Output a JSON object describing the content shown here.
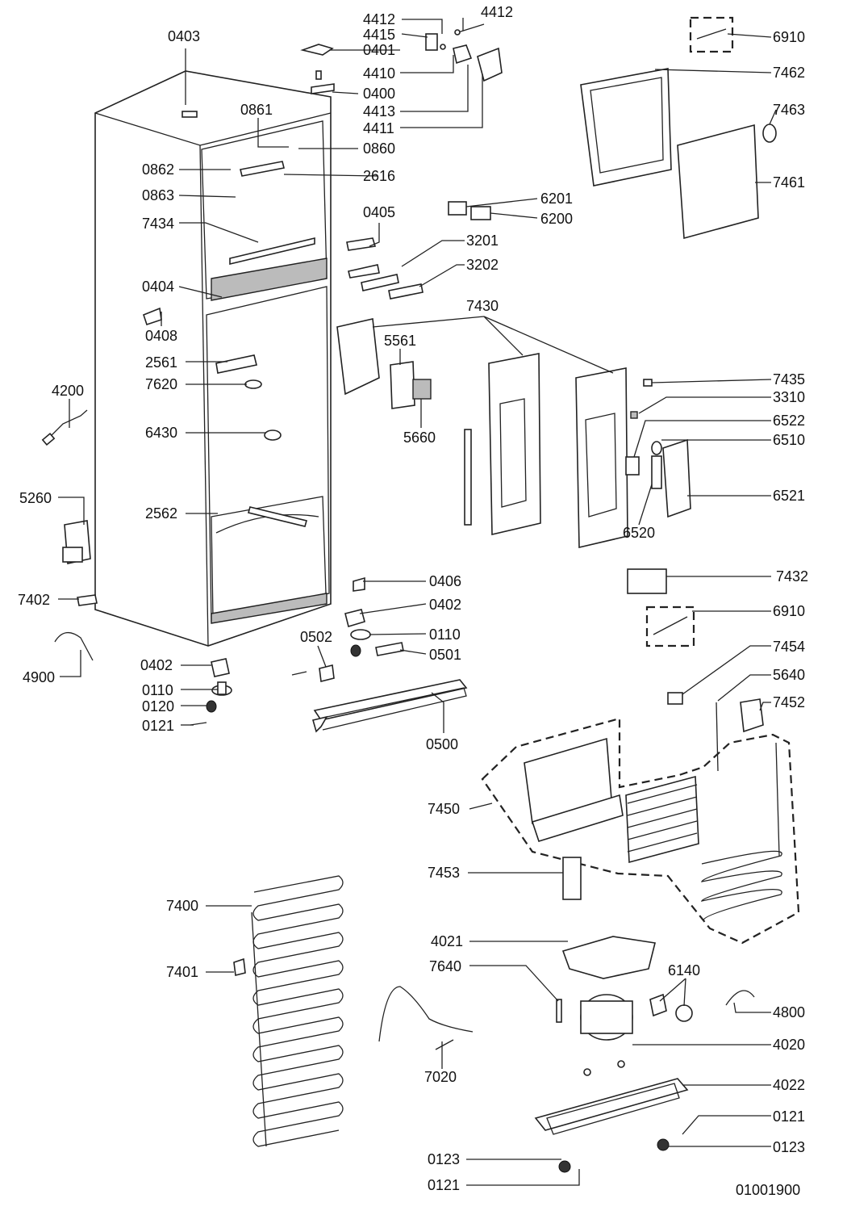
{
  "drawing_number": "01001900",
  "callouts": {
    "c0403": "0403",
    "c4412a": "4412",
    "c4412b": "4412",
    "c4415": "4415",
    "c0401": "0401",
    "c4410": "4410",
    "c0400": "0400",
    "c4413": "4413",
    "c4411": "4411",
    "c0861": "0861",
    "c0860": "0860",
    "c0862": "0862",
    "c2616": "2616",
    "c0863": "0863",
    "c7434": "7434",
    "c0405": "0405",
    "c3201": "3201",
    "c3202": "3202",
    "c0404": "0404",
    "c0408": "0408",
    "c2561": "2561",
    "c7620": "7620",
    "c4200": "4200",
    "c6430": "6430",
    "c5260": "5260",
    "c2562": "2562",
    "c7402": "7402",
    "c4900": "4900",
    "c0402a": "0402",
    "c0110a": "0110",
    "c0120": "0120",
    "c0121a": "0121",
    "c0406": "0406",
    "c0402b": "0402",
    "c0502": "0502",
    "c0110b": "0110",
    "c0501": "0501",
    "c0500": "0500",
    "c6910a": "6910",
    "c7462": "7462",
    "c7463": "7463",
    "c7461": "7461",
    "c6201": "6201",
    "c6200": "6200",
    "c7430": "7430",
    "c5561": "5561",
    "c5660": "5660",
    "c7435": "7435",
    "c3310": "3310",
    "c6522": "6522",
    "c6510": "6510",
    "c6521": "6521",
    "c6520": "6520",
    "c7432": "7432",
    "c6910b": "6910",
    "c7454": "7454",
    "c5640": "5640",
    "c7452": "7452",
    "c7450": "7450",
    "c7453": "7453",
    "c7400": "7400",
    "c7401": "7401",
    "c4021": "4021",
    "c7640": "7640",
    "c6140": "6140",
    "c4800": "4800",
    "c4020": "4020",
    "c7020": "7020",
    "c4022": "4022",
    "c0121b": "0121",
    "c0123a": "0123",
    "c0123b": "0123",
    "c0121c": "0121"
  }
}
